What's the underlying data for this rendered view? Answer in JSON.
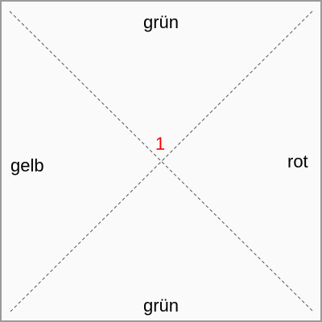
{
  "labels": {
    "top": "grün",
    "bottom": "grün",
    "left": "gelb",
    "right": "rot"
  },
  "center": {
    "number": "1",
    "color": "#ff0000"
  },
  "colors": {
    "border": "#9a9a9a",
    "background": "#fafafa",
    "diagonal": "#555555"
  }
}
